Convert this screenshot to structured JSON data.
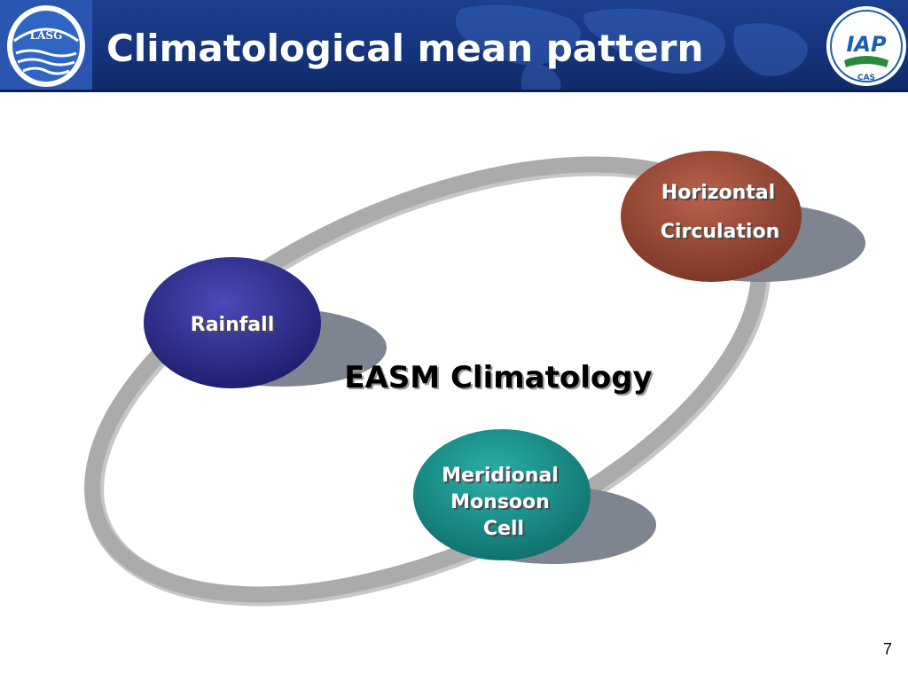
{
  "header": {
    "title": "Climatological mean pattern",
    "logo_left_text": "LASG",
    "logo_right_text": "IAP",
    "logo_right_sub": "CAS"
  },
  "diagram": {
    "center_label": "EASM Climatology",
    "nodes": [
      {
        "id": "rainfall",
        "lines": [
          "Rainfall"
        ],
        "color": "#2a2a86"
      },
      {
        "id": "horizontal-circulation",
        "lines": [
          "Horizontal",
          "Circulation"
        ],
        "color": "#9a4a32"
      },
      {
        "id": "meridional-monsoon-cell",
        "lines": [
          "Meridional",
          "Monsoon",
          "Cell"
        ],
        "color": "#1a8c86"
      }
    ]
  },
  "page_number": "7",
  "colors": {
    "header_blue": "#15347c",
    "ring_gray": "#a9a9a9",
    "shadow_gray": "#7f8590"
  }
}
